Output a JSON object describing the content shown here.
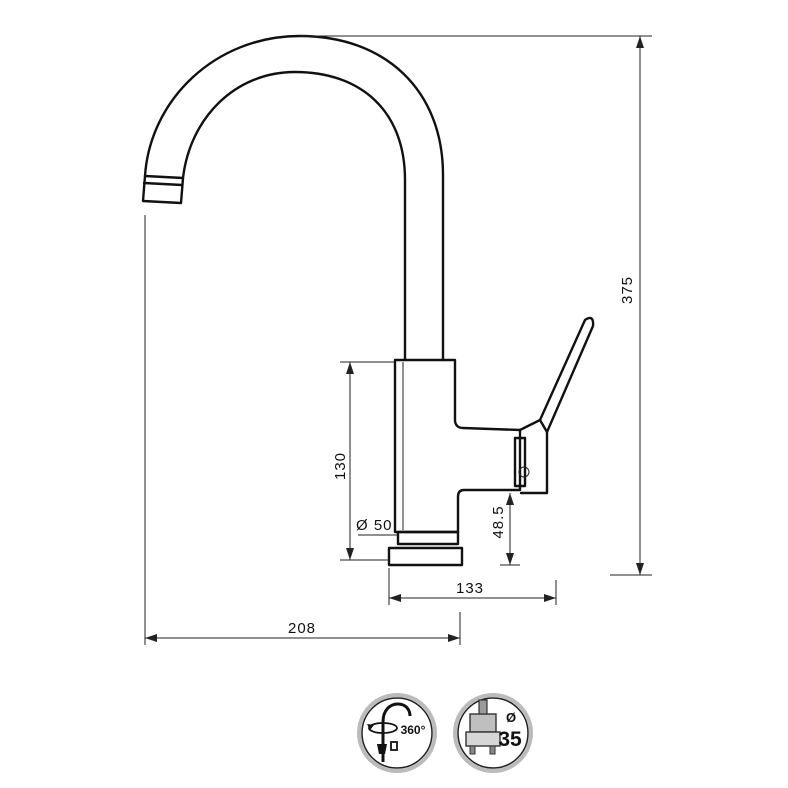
{
  "dimensions": {
    "total_height": "375",
    "base_height": "130",
    "base_diameter": "Ø 50",
    "handle_height": "48.5",
    "handle_reach": "133",
    "spout_reach": "208"
  },
  "badges": {
    "swivel": {
      "label": "360°",
      "icon": "swivel-rotation-icon"
    },
    "cartridge": {
      "symbol": "Ø",
      "size": "35",
      "icon": "cartridge-icon"
    }
  },
  "colors": {
    "line": "#111111",
    "background": "#ffffff"
  }
}
